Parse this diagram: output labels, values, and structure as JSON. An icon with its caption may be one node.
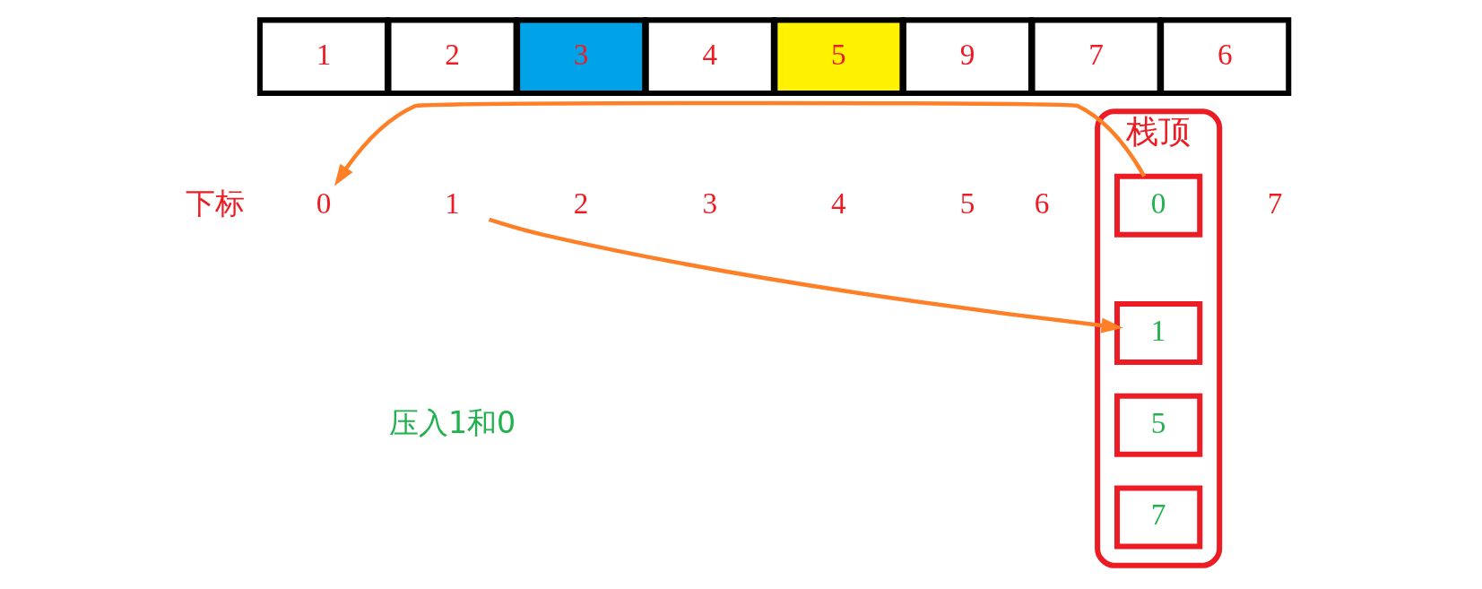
{
  "diagram": {
    "nodes": [
      {
        "text": [
          "1"
        ]
      },
      {
        "text": [
          "2"
        ]
      },
      {
        "text": [
          "3"
        ]
      },
      {
        "text": [
          "4"
        ]
      },
      {
        "text": [
          "5"
        ]
      },
      {
        "text": [
          "9"
        ]
      },
      {
        "text": [
          "7"
        ]
      },
      {
        "text": [
          "6"
        ]
      },
      {
        "text": [
          "0"
        ]
      },
      {
        "text": [
          "1"
        ]
      },
      {
        "text": [
          "栈顶"
        ]
      },
      {
        "text": [
          "0"
        ],
        "in": 10
      },
      {
        "text": [
          "1"
        ],
        "in": 10
      },
      {
        "text": [
          "5"
        ],
        "in": 10
      },
      {
        "text": [
          "7"
        ],
        "in": 10
      }
    ],
    "edges": [
      {
        "from": 11,
        "to": 8,
        "arrow": "to"
      },
      {
        "from": 9,
        "to": 12,
        "arrow": "to"
      }
    ],
    "labels": [
      "下标",
      "2",
      "3",
      "4",
      "5",
      "6",
      "7",
      "压入1和0"
    ]
  }
}
